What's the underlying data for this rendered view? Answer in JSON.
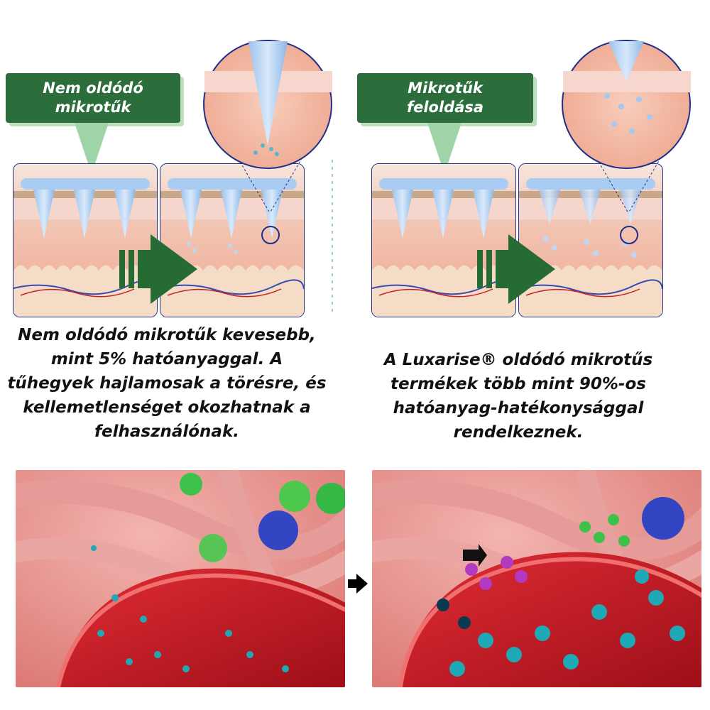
{
  "left_label": {
    "line1": "Nem oldódó",
    "line2": "mikrotűk"
  },
  "right_label": {
    "line1": "Mikrotűk",
    "line2": "feloldása"
  },
  "left_caption": {
    "line1": "Nem oldódó mikrotűk kevesebb,",
    "line2": "mint 5% hatóanyaggal. A",
    "line3": "tűhegyek hajlamosak a törésre, és",
    "line4": "kellemetlenséget okozhatnak a",
    "line5": "felhasználónak."
  },
  "right_caption": {
    "line1": "A Luxarise® oldódó mikrotűs",
    "line2": "termékek több mint 90%-os",
    "line3": "hatóanyag-hatékonysággal",
    "line4": "rendelkeznek."
  },
  "colors": {
    "label_green": "#2b6e3b",
    "pointer_green": "#9fd4a8",
    "arrow_green": "#256b33",
    "panel_border": "#1f2f8a",
    "vessel_red": "#c8202a",
    "particle_teal": "#1fa8b5"
  },
  "icons": {
    "flow_arrow": "arrow-right-icon",
    "divider_arrow": "arrow-right-icon"
  }
}
